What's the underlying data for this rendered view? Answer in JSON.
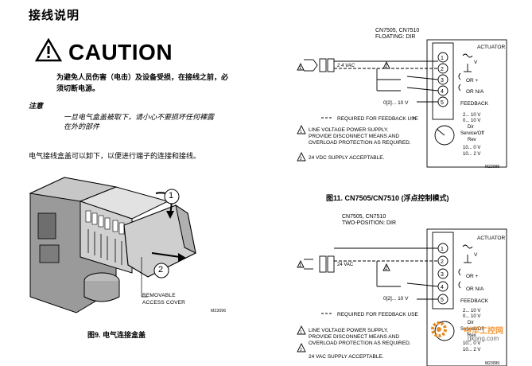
{
  "section_title": "接线说明",
  "caution": {
    "label": "CAUTION",
    "line1": "为避免人员伤害（电击）及设备受损，在接线之前，必",
    "line2": "须切断电源。"
  },
  "note": {
    "heading": "注意",
    "line1": "一旦电气盒盖被取下，请小心不要损坏任何裸露",
    "line2": "在外的部件"
  },
  "body_text": "电气接线盒盖可以卸下，以便进行端子的连接和接线。",
  "figure9": {
    "caption": "图9. 电气连接盒盖",
    "callout1": "1",
    "callout2": "2",
    "cover_label_1": "REMOVABLE",
    "cover_label_2": "ACCESS COVER",
    "code": "M23096"
  },
  "figure11": {
    "caption": "图11. CN7505/CN7510 (浮点控制模式)",
    "model": "CN7505, CN7510",
    "mode": "FLOATING: DIR",
    "actuator": "ACTUATOR",
    "terminals": [
      "1",
      "2",
      "3",
      "4",
      "5"
    ],
    "labels": [
      "~",
      "⊥",
      "OR +",
      "OR N/A",
      "FEEDBACK"
    ],
    "v_label": "V",
    "supply_text": "2 4 VAC",
    "callout_a": "1",
    "callout_b": "2",
    "feedback_range": "0[2]... 10 V",
    "required_feedback": "REQUIRED FOR FEEDBACK USE",
    "note1_1": "LINE VOLTAGE POWER SUPPLY.",
    "note1_2": "PROVIDE DISCONNECT MEANS AND",
    "note1_3": "OVERLOAD PROTECTION AS REQUIRED.",
    "note2": "24 VDC SUPPLY ACCEPTABLE.",
    "dial": [
      "2... 10 V",
      "0... 10 V",
      "Dir",
      "Service/Off",
      "Rev",
      "10... 0 V",
      "10... 2 V"
    ],
    "code": "M23098"
  },
  "figure12": {
    "model": "CN7505, CN7510",
    "mode": "TWO-POSITION: DIR",
    "actuator": "ACTUATOR",
    "terminals": [
      "1",
      "2",
      "3",
      "4",
      "5"
    ],
    "labels": [
      "~",
      "⊥",
      "OR +",
      "OR N/A",
      "FEEDBACK"
    ],
    "v_label": "V",
    "supply_text": "24 VAC",
    "callout_a": "1",
    "callout_b": "2",
    "feedback_range": "0[2]... 10 V",
    "required_feedback": "REQUIRED FOR FEEDBACK USE",
    "note1_1": "LINE VOLTAGE POWER SUPPLY.",
    "note1_2": "PROVIDE DISCONNECT MEANS AND",
    "note1_3": "OVERLOAD PROTECTION AS REQUIRED.",
    "note2": "24 VAC SUPPLY ACCEPTABLE.",
    "dial": [
      "2... 10 V",
      "0... 10 V",
      "Dir",
      "Service/Off",
      "Rev",
      "10... 0 V",
      "10... 2 V"
    ],
    "code": "M23099"
  },
  "watermark": {
    "name": "中华工控网",
    "url": "gkong.com"
  }
}
